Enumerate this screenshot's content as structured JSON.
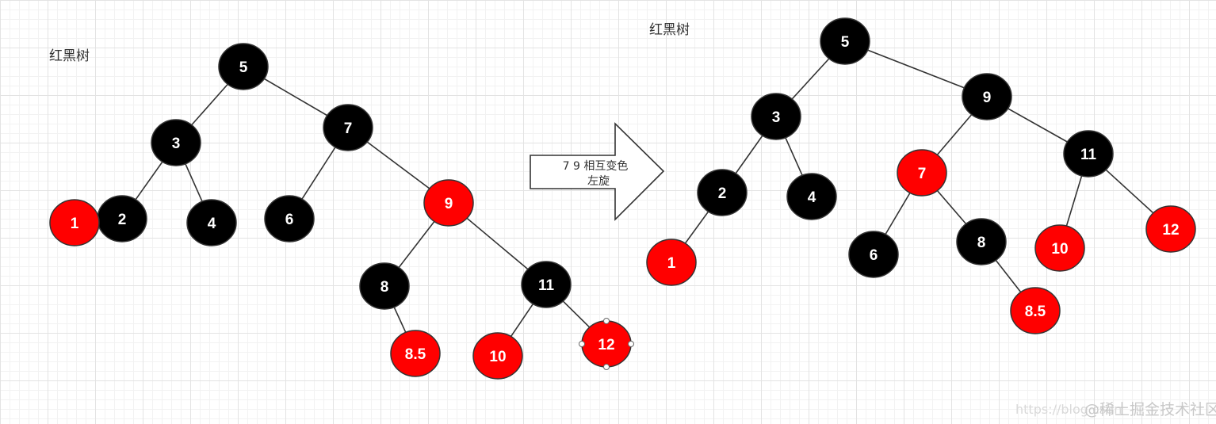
{
  "colors": {
    "black_node": "#000000",
    "red_node": "#ff0000",
    "edge": "#333333",
    "node_text": "#ffffff"
  },
  "left": {
    "caption": "红黑树",
    "nodes": [
      {
        "id": "L5",
        "label": "5",
        "color": "black"
      },
      {
        "id": "L3",
        "label": "3",
        "color": "black"
      },
      {
        "id": "L7",
        "label": "7",
        "color": "black"
      },
      {
        "id": "L2",
        "label": "2",
        "color": "black"
      },
      {
        "id": "L1",
        "label": "1",
        "color": "red"
      },
      {
        "id": "L4",
        "label": "4",
        "color": "black"
      },
      {
        "id": "L6",
        "label": "6",
        "color": "black"
      },
      {
        "id": "L9",
        "label": "9",
        "color": "red"
      },
      {
        "id": "L8",
        "label": "8",
        "color": "black"
      },
      {
        "id": "L11",
        "label": "11",
        "color": "black"
      },
      {
        "id": "L8.5",
        "label": "8.5",
        "color": "red"
      },
      {
        "id": "L10",
        "label": "10",
        "color": "red"
      },
      {
        "id": "L12",
        "label": "12",
        "color": "red",
        "selected": true
      }
    ],
    "edges": [
      [
        "L5",
        "L3"
      ],
      [
        "L5",
        "L7"
      ],
      [
        "L3",
        "L2"
      ],
      [
        "L3",
        "L4"
      ],
      [
        "L2",
        "L1"
      ],
      [
        "L7",
        "L6"
      ],
      [
        "L7",
        "L9"
      ],
      [
        "L9",
        "L8"
      ],
      [
        "L9",
        "L11"
      ],
      [
        "L8",
        "L8.5"
      ],
      [
        "L11",
        "L10"
      ],
      [
        "L11",
        "L12"
      ]
    ]
  },
  "arrow": {
    "line1": "7 9 相互变色",
    "line2": "左旋"
  },
  "right": {
    "caption": "红黑树",
    "nodes": [
      {
        "id": "R5",
        "label": "5",
        "color": "black"
      },
      {
        "id": "R3",
        "label": "3",
        "color": "black"
      },
      {
        "id": "R9",
        "label": "9",
        "color": "black"
      },
      {
        "id": "R2",
        "label": "2",
        "color": "black"
      },
      {
        "id": "R4",
        "label": "4",
        "color": "black"
      },
      {
        "id": "R1",
        "label": "1",
        "color": "red"
      },
      {
        "id": "R7",
        "label": "7",
        "color": "red"
      },
      {
        "id": "R11",
        "label": "11",
        "color": "black"
      },
      {
        "id": "R6",
        "label": "6",
        "color": "black"
      },
      {
        "id": "R8",
        "label": "8",
        "color": "black"
      },
      {
        "id": "R8.5",
        "label": "8.5",
        "color": "red"
      },
      {
        "id": "R10",
        "label": "10",
        "color": "red"
      },
      {
        "id": "R12",
        "label": "12",
        "color": "red"
      }
    ],
    "edges": [
      [
        "R5",
        "R3"
      ],
      [
        "R5",
        "R9"
      ],
      [
        "R3",
        "R2"
      ],
      [
        "R3",
        "R4"
      ],
      [
        "R2",
        "R1"
      ],
      [
        "R9",
        "R7"
      ],
      [
        "R9",
        "R11"
      ],
      [
        "R7",
        "R6"
      ],
      [
        "R7",
        "R8"
      ],
      [
        "R8",
        "R8.5"
      ],
      [
        "R11",
        "R10"
      ],
      [
        "R11",
        "R12"
      ]
    ]
  },
  "watermark": {
    "url": "https://blog.csdn",
    "brand": "@稀土掘金技术社区"
  }
}
